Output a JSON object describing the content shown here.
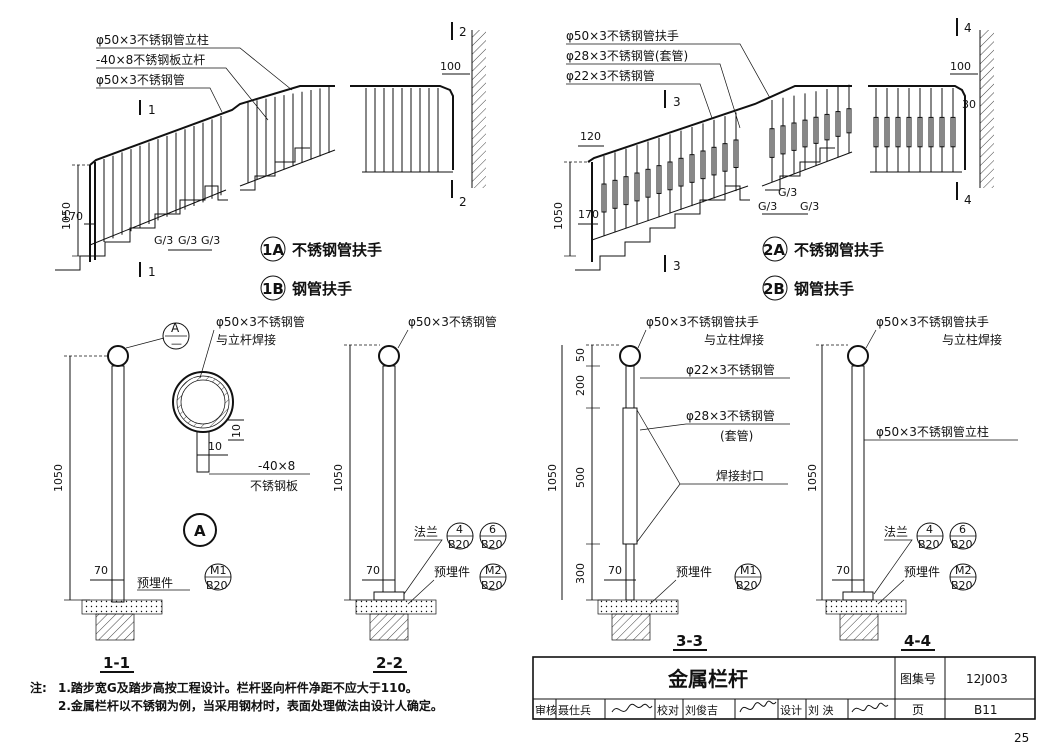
{
  "labels": {
    "d1_l1": "φ50×3不锈钢管立柱",
    "d1_l2": "-40×8不锈钢板立杆",
    "d1_l3": "φ50×3不锈钢管",
    "d2_l1": "φ50×3不锈钢管扶手",
    "d2_l2": "φ28×3不锈钢管(套管)",
    "d2_l3": "φ22×3不锈钢管",
    "legend_1a_code": "1A",
    "legend_1a_text": "不锈钢管扶手",
    "legend_1b_code": "1B",
    "legend_1b_text": "钢管扶手",
    "legend_2a_code": "2A",
    "legend_2a_text": "不锈钢管扶手",
    "legend_2b_code": "2B",
    "legend_2b_text": "钢管扶手",
    "s11_pipe": "φ50×3不锈钢管",
    "s11_weld": "与立杆焊接",
    "s11_plate": "-40×8",
    "s11_plate2": "不锈钢板",
    "s11_embed": "预埋件",
    "s22_pipe": "φ50×3不锈钢管",
    "s22_flange": "法兰",
    "s22_embed": "预埋件",
    "s33_pipe": "φ50×3不锈钢管扶手",
    "s33_weld": "与立柱焊接",
    "s33_p22": "φ22×3不锈钢管",
    "s33_p28": "φ28×3不锈钢管",
    "s33_sleeve": "(套管)",
    "s33_seal": "焊接封口",
    "s33_embed": "预埋件",
    "s44_pipe": "φ50×3不锈钢管扶手",
    "s44_weld": "与立柱焊接",
    "s44_post": "φ50×3不锈钢管立柱",
    "s44_flange": "法兰",
    "s44_embed": "预埋件",
    "detail_a": "A",
    "detail_a_sub": "—",
    "sec_11": "1-1",
    "sec_22": "2-2",
    "sec_33": "3-3",
    "sec_44": "4-4",
    "cut_1": "1",
    "cut_2": "2",
    "cut_3": "3",
    "cut_4": "4",
    "ref_m1": "M1",
    "ref_m2": "M2",
    "ref_b20": "B20",
    "ref_4": "4",
    "ref_6": "6",
    "g3": "G/3"
  },
  "dims": {
    "d1050": "1050",
    "d170": "170",
    "d100": "100",
    "d120": "120",
    "d30": "30",
    "d70": "70",
    "d10": "10",
    "d50": "50",
    "d200": "200",
    "d500": "500",
    "d300": "300"
  },
  "notes": {
    "prefix": "注:",
    "n1": "1.踏步宽G及踏步高按工程设计。栏杆竖向杆件净距不应大于110。",
    "n2": "2.金属栏杆以不锈钢为例，当采用钢材时，表面处理做法由设计人确定。"
  },
  "title_block": {
    "title": "金属栏杆",
    "atlas_label": "图集号",
    "atlas_no": "12J003",
    "page_label": "页",
    "page_no": "B11",
    "review_label": "审核",
    "review_name": "聂仕兵",
    "check_label": "校对",
    "check_name": "刘俊吉",
    "design_label": "设计",
    "design_name": "刘 泱"
  },
  "page_number": "25"
}
